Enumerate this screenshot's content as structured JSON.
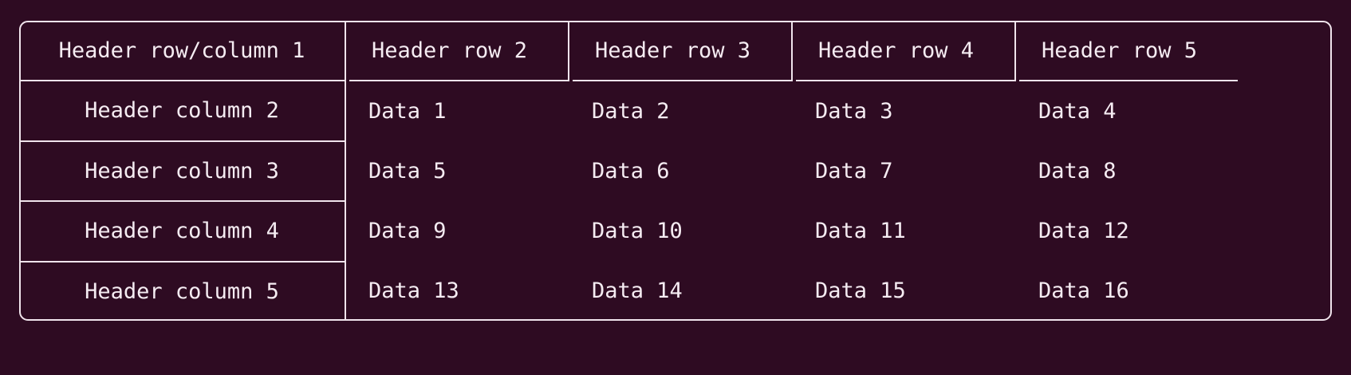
{
  "table": {
    "colors": {
      "background": "#2e0b22",
      "border": "#f0e4ec",
      "text": "#f5ecf2"
    },
    "header_row": [
      "Header row/column 1",
      "Header row 2",
      "Header row 3",
      "Header row 4",
      "Header row 5"
    ],
    "row_headers": [
      "Header column 2",
      "Header column 3",
      "Header column 4",
      "Header column 5"
    ],
    "rows": [
      [
        "Data 1",
        "Data 2",
        "Data 3",
        "Data 4"
      ],
      [
        "Data 5",
        "Data 6",
        "Data 7",
        "Data 8"
      ],
      [
        "Data 9",
        "Data 10",
        "Data 11",
        "Data 12"
      ],
      [
        "Data 13",
        "Data 14",
        "Data 15",
        "Data 16"
      ]
    ]
  }
}
